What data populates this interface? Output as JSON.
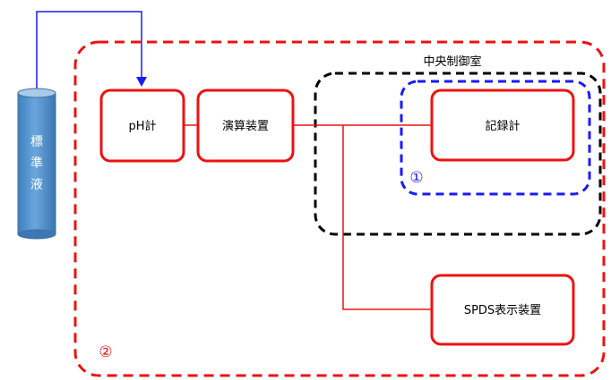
{
  "diagram": {
    "standard_solution": {
      "label_lines": [
        "標",
        "準",
        "液"
      ]
    },
    "ph_meter": {
      "label": "pH計"
    },
    "calculator": {
      "label": "演算装置"
    },
    "recorder": {
      "label": "記録計"
    },
    "spds": {
      "label": "SPDS表示装置"
    },
    "control_room": {
      "label": "中央制御室"
    },
    "marker_1": {
      "label": "①"
    },
    "marker_2": {
      "label": "②"
    }
  },
  "colors": {
    "red": "#ee1111",
    "blue": "#1a1aff",
    "black": "#000000",
    "cylinder": "#5b9bd5",
    "cylinder_edge": "#41719c"
  }
}
